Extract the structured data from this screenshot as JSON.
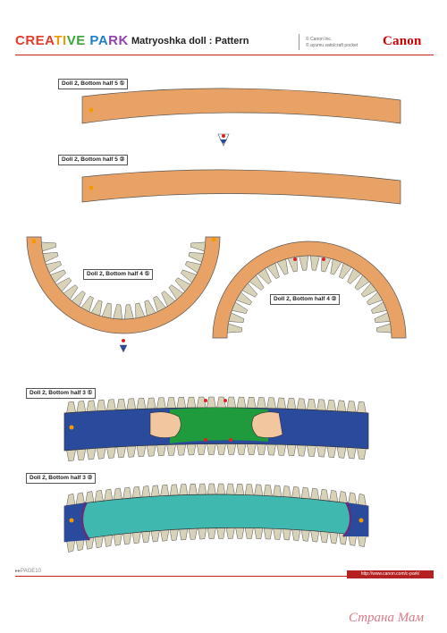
{
  "header": {
    "logo": [
      "CREA",
      "TI",
      "VE ",
      "PA",
      "RK"
    ],
    "title": "Matryoshka doll : Pattern",
    "copyright_1": "© Canon Inc.",
    "copyright_2": "© ayumu sato/craft pocket",
    "brand": "Canon"
  },
  "labels": {
    "p5a": "Doll 2, Bottom half 5 ①",
    "p5b": "Doll 2, Bottom half 5 ②",
    "p4a": "Doll 2, Bottom half 4 ①",
    "p4b": "Doll 2, Bottom half 4 ②",
    "p3a": "Doll 2, Bottom half 3 ①",
    "p3b": "Doll 2, Bottom half 3 ②"
  },
  "footer": {
    "page": "▸▸PAGE10",
    "url": "http://www.canon.com/c-park/"
  },
  "watermark": "Страна Мам",
  "colors": {
    "orange": "#e8a265",
    "tab": "#d8d2b8",
    "blue": "#2a4a9c",
    "green": "#1f9a3c",
    "teal": "#3fb8b0",
    "purple": "#6a2a7a",
    "skin": "#f2c7a0"
  }
}
